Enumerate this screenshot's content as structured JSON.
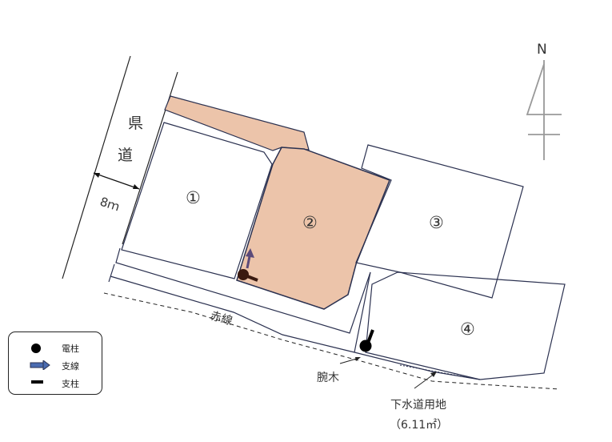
{
  "map": {
    "road_label_1": "県",
    "road_label_2": "道",
    "road_width": "8ｍ",
    "lot_1": "①",
    "lot_2": "②",
    "lot_3": "③",
    "lot_4": "④",
    "red_line": "赤線",
    "crossarm": "腕木",
    "sewer_land": "下水道用地",
    "sewer_area": "（6.11㎡）",
    "north": "N"
  },
  "legend": {
    "items": [
      {
        "label": "電柱",
        "icon": "utility-pole-icon"
      },
      {
        "label": "支線",
        "icon": "guy-wire-arrow-icon"
      },
      {
        "label": "支柱",
        "icon": "support-post-icon"
      }
    ]
  },
  "colors": {
    "highlight": "#ecc4aa",
    "line": "#2b3150",
    "pole_brown": "#3a1a10"
  }
}
